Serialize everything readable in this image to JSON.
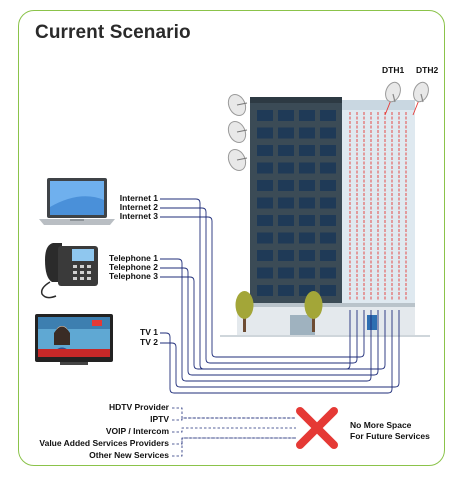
{
  "title": "Current Scenario",
  "dish_labels": [
    "DTH1",
    "DTH2"
  ],
  "internet_lines": [
    "Internet 1",
    "Internet 2",
    "Internet 3"
  ],
  "telephone_lines": [
    "Telephone 1",
    "Telephone 2",
    "Telephone 3"
  ],
  "tv_lines": [
    "TV 1",
    "TV 2"
  ],
  "future_services": [
    "HDTV Provider",
    "IPTV",
    "VOIP / Intercom",
    "Value Added Services Providers",
    "Other New Services"
  ],
  "blocked_message": [
    "No More Space",
    "For Future Services"
  ],
  "colors": {
    "border": "#8bc34a",
    "cable": "#1f2d7a",
    "cross": "#e53935",
    "riser": "#e53935"
  },
  "icons": [
    "laptop-icon",
    "telephone-icon",
    "tv-icon",
    "satellite-dish-icon",
    "building-icon",
    "tree-icon",
    "cross-icon"
  ]
}
